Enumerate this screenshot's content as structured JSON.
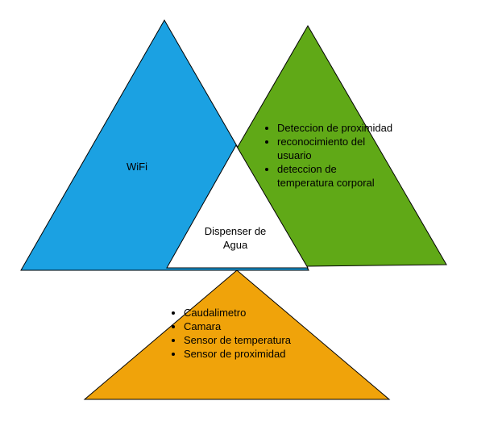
{
  "colors": {
    "wifi_fill": "#1BA1E2",
    "green_fill": "#60A917",
    "orange_fill": "#F0A30A",
    "center_fill": "#FFFFFF",
    "stroke": "#000000"
  },
  "wifi": {
    "label": "WiFi"
  },
  "center": {
    "line1": "Dispenser de",
    "line2": "Agua"
  },
  "green_block": {
    "items": [
      "Deteccion de proximidad",
      "reconocimiento del usuario",
      "deteccion de temperatura corporal"
    ]
  },
  "orange_block": {
    "items": [
      "Caudalimetro",
      "Camara",
      "Sensor de temperatura",
      "Sensor de proximidad"
    ]
  }
}
